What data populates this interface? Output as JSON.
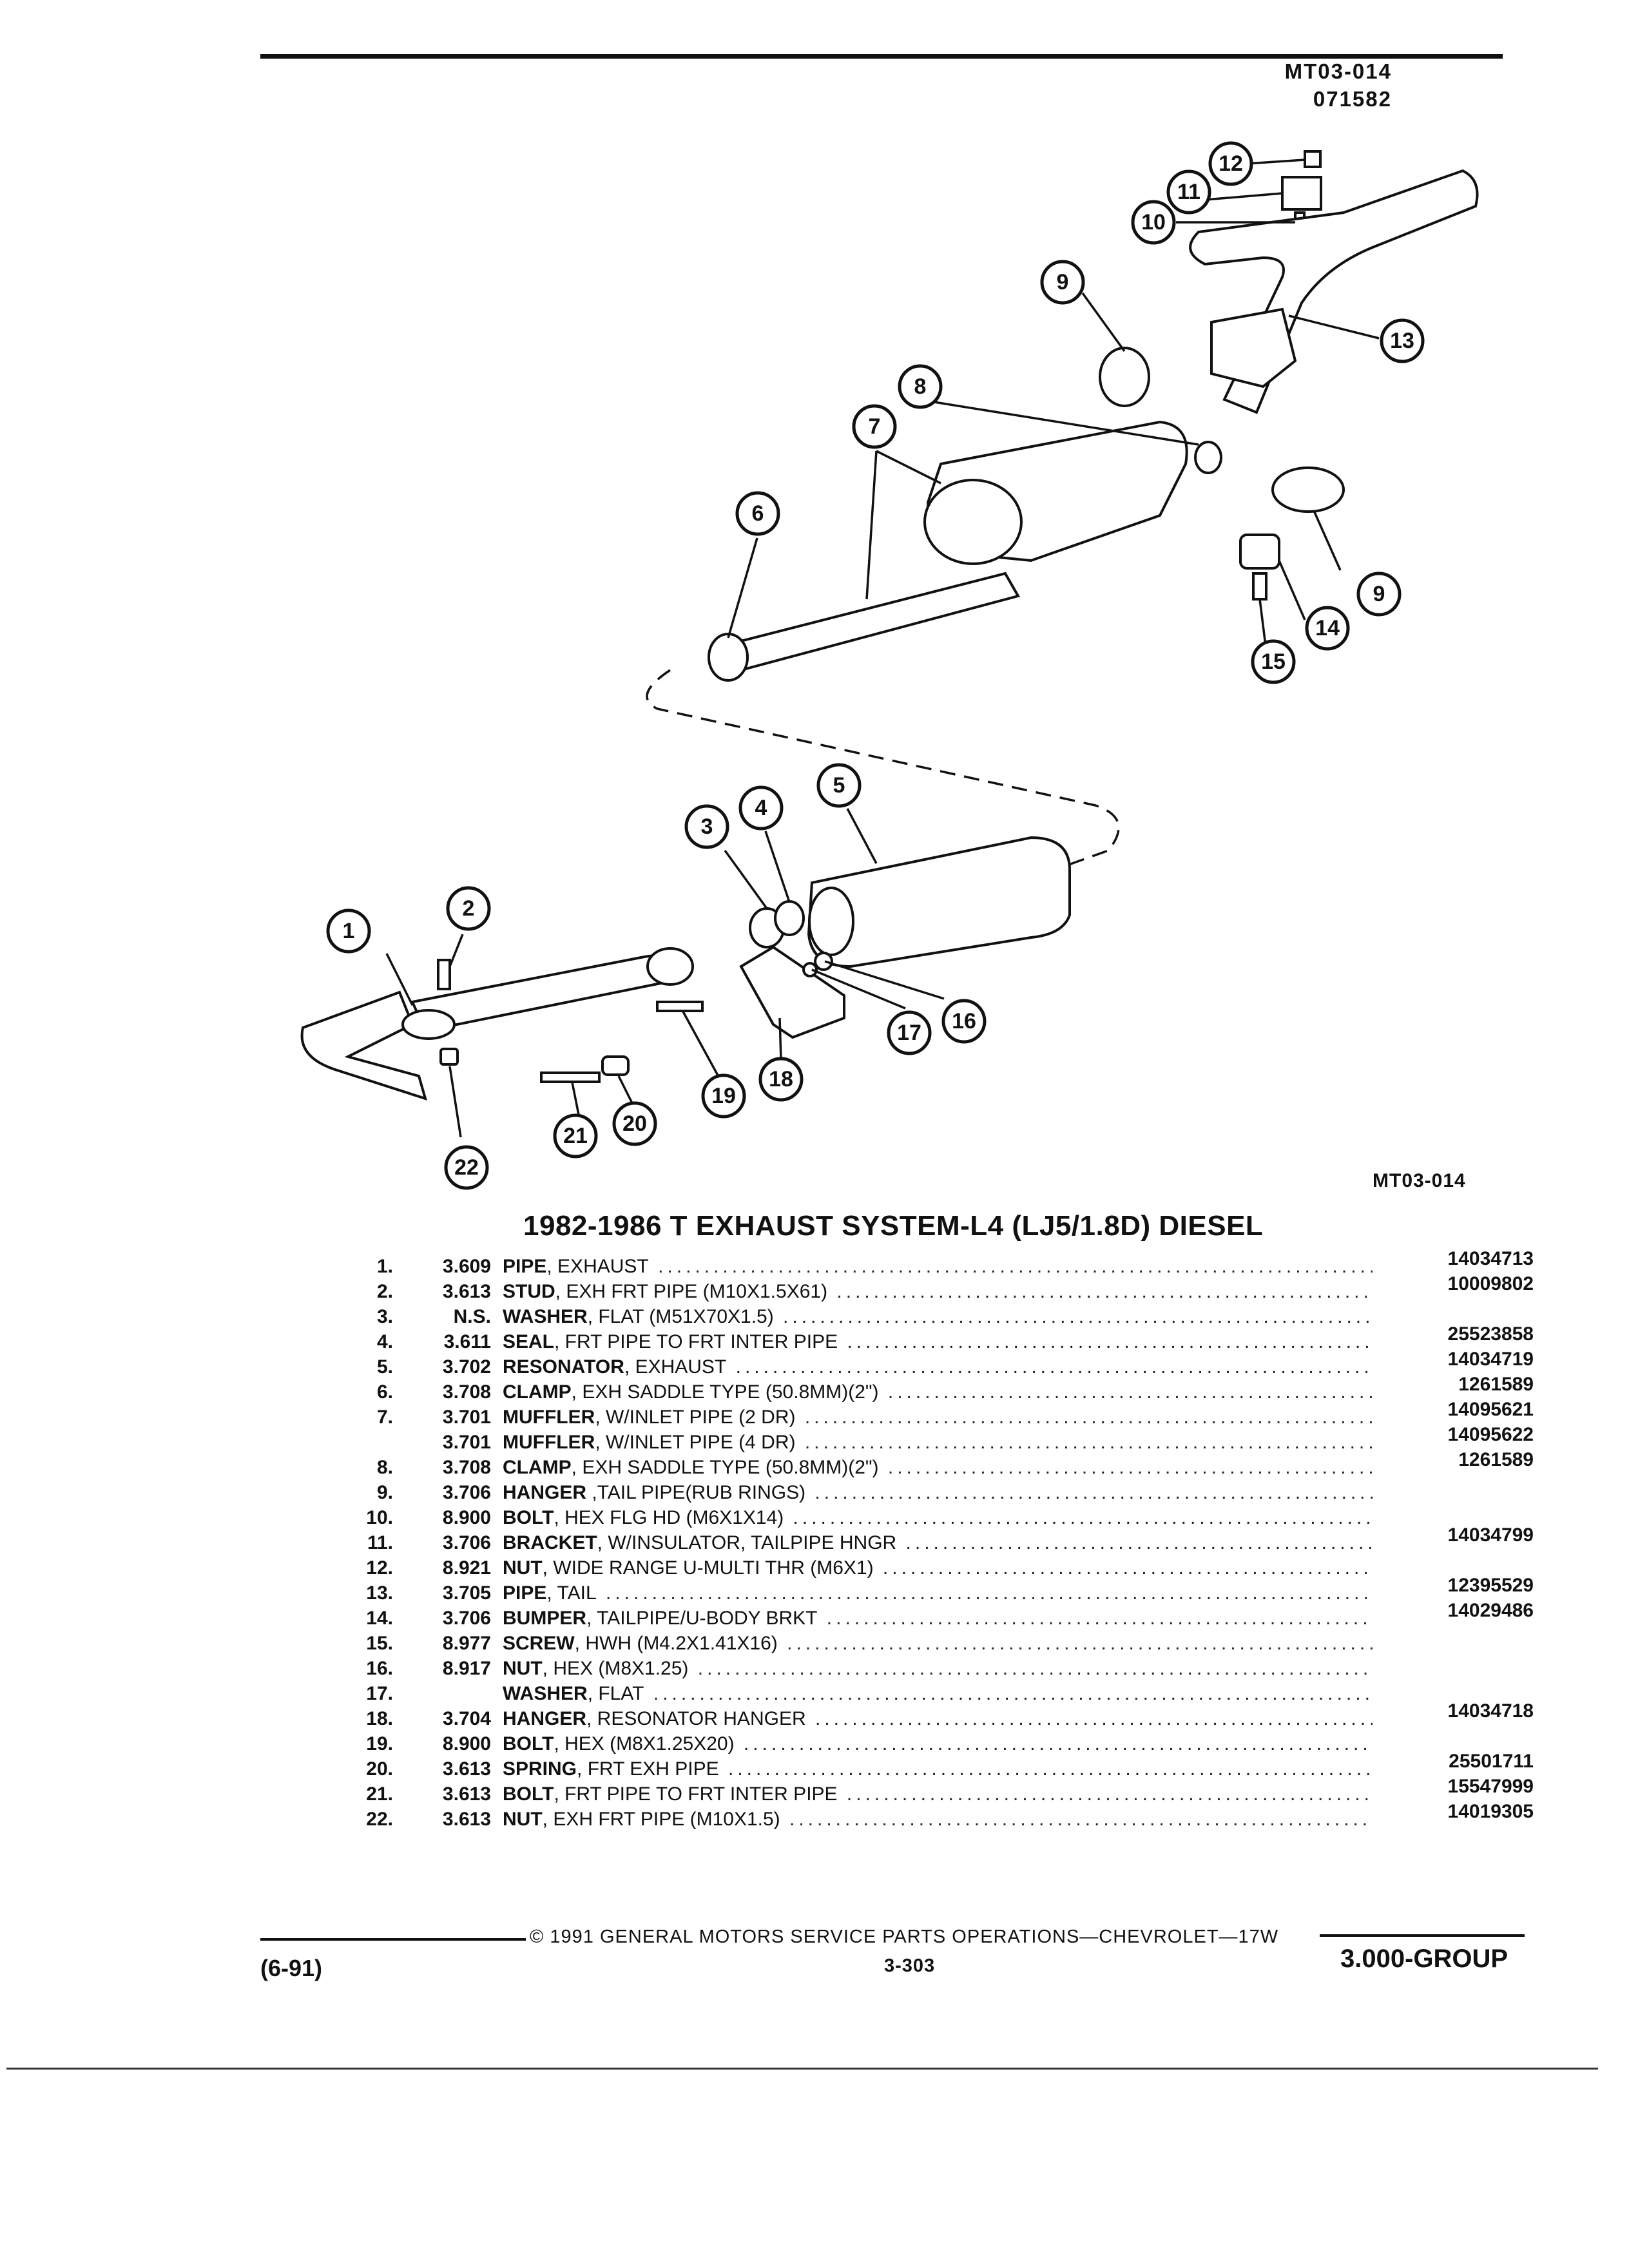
{
  "header": {
    "code1": "MT03-014",
    "code2": "071582"
  },
  "diagram_label": "MT03-014",
  "callouts": [
    "1",
    "2",
    "3",
    "4",
    "5",
    "6",
    "7",
    "8",
    "9",
    "10",
    "11",
    "12",
    "13",
    "14",
    "15",
    "16",
    "17",
    "18",
    "19",
    "20",
    "21",
    "22"
  ],
  "title": "1982-1986 T EXHAUST SYSTEM-L4 (LJ5/1.8D) DIESEL",
  "parts": [
    {
      "num": "1.",
      "grp": "3.609",
      "name": "PIPE",
      "spec": ", EXHAUST",
      "pn": "14034713"
    },
    {
      "num": "2.",
      "grp": "3.613",
      "name": "STUD",
      "spec": ", EXH FRT PIPE (M10X1.5X61)",
      "pn": "10009802"
    },
    {
      "num": "3.",
      "grp": "N.S.",
      "name": "WASHER",
      "spec": ", FLAT (M51X70X1.5)",
      "pn": ""
    },
    {
      "num": "4.",
      "grp": "3.611",
      "name": "SEAL",
      "spec": ", FRT PIPE TO FRT INTER PIPE",
      "pn": "25523858"
    },
    {
      "num": "5.",
      "grp": "3.702",
      "name": "RESONATOR",
      "spec": ", EXHAUST",
      "pn": "14034719"
    },
    {
      "num": "6.",
      "grp": "3.708",
      "name": "CLAMP",
      "spec": ", EXH SADDLE TYPE (50.8MM)(2\")",
      "pn": "1261589"
    },
    {
      "num": "7.",
      "grp": "3.701",
      "name": "MUFFLER",
      "spec": ", W/INLET PIPE (2 DR)",
      "pn": "14095621"
    },
    {
      "num": "",
      "grp": "3.701",
      "name": "MUFFLER",
      "spec": ", W/INLET PIPE (4 DR)",
      "pn": "14095622"
    },
    {
      "num": "8.",
      "grp": "3.708",
      "name": "CLAMP",
      "spec": ", EXH SADDLE TYPE (50.8MM)(2\")",
      "pn": "1261589"
    },
    {
      "num": "9.",
      "grp": "3.706",
      "name": "HANGER",
      "spec": " ,TAIL PIPE(RUB RINGS)",
      "pn": ""
    },
    {
      "num": "10.",
      "grp": "8.900",
      "name": "BOLT",
      "spec": ", HEX FLG HD (M6X1X14)",
      "pn": ""
    },
    {
      "num": "11.",
      "grp": "3.706",
      "name": "BRACKET",
      "spec": ", W/INSULATOR, TAILPIPE HNGR",
      "pn": "14034799"
    },
    {
      "num": "12.",
      "grp": "8.921",
      "name": "NUT",
      "spec": ", WIDE RANGE U-MULTI THR (M6X1)",
      "pn": ""
    },
    {
      "num": "13.",
      "grp": "3.705",
      "name": "PIPE",
      "spec": ", TAIL",
      "pn": "12395529"
    },
    {
      "num": "14.",
      "grp": "3.706",
      "name": "BUMPER",
      "spec": ", TAILPIPE/U-BODY BRKT",
      "pn": "14029486"
    },
    {
      "num": "15.",
      "grp": "8.977",
      "name": "SCREW",
      "spec": ", HWH (M4.2X1.41X16)",
      "pn": ""
    },
    {
      "num": "16.",
      "grp": "8.917",
      "name": "NUT",
      "spec": ", HEX (M8X1.25)",
      "pn": ""
    },
    {
      "num": "17.",
      "grp": "",
      "name": "WASHER",
      "spec": ", FLAT",
      "pn": ""
    },
    {
      "num": "18.",
      "grp": "3.704",
      "name": "HANGER",
      "spec": ", RESONATOR HANGER",
      "pn": "14034718"
    },
    {
      "num": "19.",
      "grp": "8.900",
      "name": "BOLT",
      "spec": ", HEX (M8X1.25X20)",
      "pn": ""
    },
    {
      "num": "20.",
      "grp": "3.613",
      "name": "SPRING",
      "spec": ", FRT EXH PIPE",
      "pn": "25501711"
    },
    {
      "num": "21.",
      "grp": "3.613",
      "name": "BOLT",
      "spec": ", FRT PIPE TO FRT INTER PIPE",
      "pn": "15547999"
    },
    {
      "num": "22.",
      "grp": "3.613",
      "name": "NUT",
      "spec": ", EXH FRT PIPE (M10X1.5)",
      "pn": "14019305"
    }
  ],
  "footer": {
    "copyright": "© 1991 GENERAL MOTORS SERVICE PARTS OPERATIONS—CHEVROLET—17W",
    "page": "3-303",
    "date": "(6-91)",
    "group": "3.000-GROUP"
  }
}
